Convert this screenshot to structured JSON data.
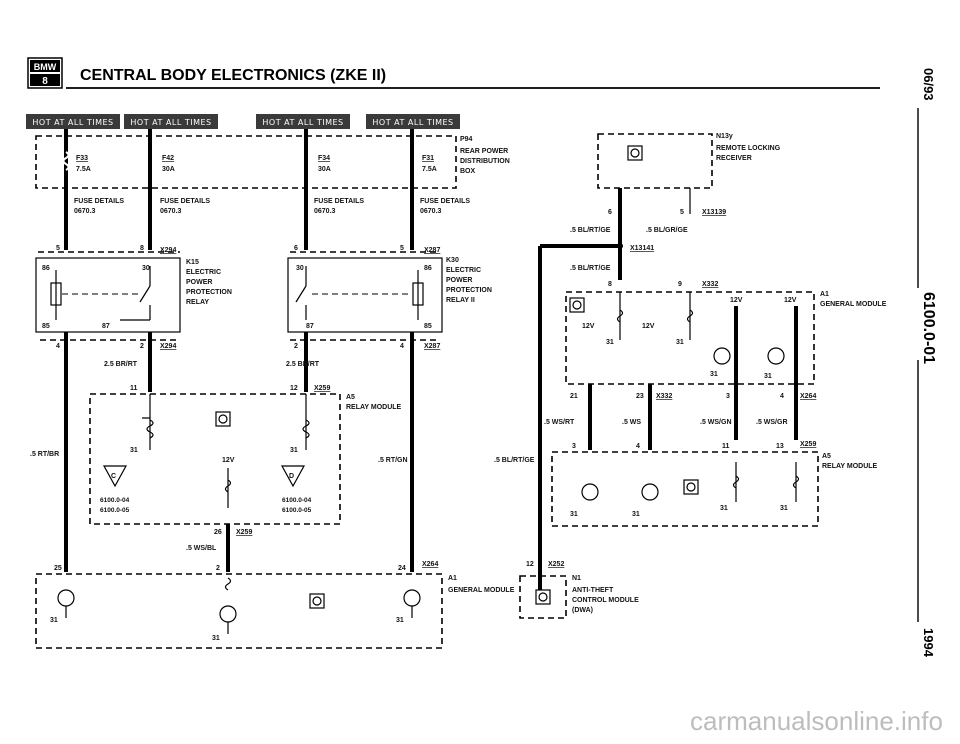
{
  "header": {
    "logo_top": "BMW",
    "logo_bottom": "8",
    "title": "CENTRAL BODY ELECTRONICS (ZKE II)"
  },
  "side": {
    "date": "06/93",
    "code": "6100.0-01",
    "year": "1994"
  },
  "hot_labels": [
    "HOT AT ALL TIMES",
    "HOT AT ALL TIMES",
    "HOT AT ALL TIMES",
    "HOT AT ALL TIMES"
  ],
  "fuse_box": {
    "id": "P94",
    "name": [
      "REAR POWER",
      "DISTRIBUTION",
      "BOX"
    ],
    "fuses": [
      {
        "name": "F33",
        "rating": "7.5A"
      },
      {
        "name": "F42",
        "rating": "30A"
      },
      {
        "name": "F34",
        "rating": "30A"
      },
      {
        "name": "F31",
        "rating": "7.5A"
      }
    ],
    "fuse_details": [
      {
        "label": "FUSE DETAILS",
        "ref": "0670.3"
      },
      {
        "label": "FUSE DETAILS",
        "ref": "0670.3"
      },
      {
        "label": "FUSE DETAILS",
        "ref": "0670.3"
      },
      {
        "label": "FUSE DETAILS",
        "ref": "0670.3"
      }
    ]
  },
  "relay_k15": {
    "id": "K15",
    "name": [
      "ELECTRIC",
      "POWER",
      "PROTECTION",
      "RELAY"
    ],
    "pins": [
      "86",
      "30",
      "85",
      "87"
    ],
    "conn_top": "X294",
    "pin_top_a": "5",
    "pin_top_b": "8",
    "conn_bottom": "X294",
    "pin_bot_a": "4",
    "pin_bot_b": "2"
  },
  "relay_k30": {
    "id": "K30",
    "name": [
      "ELECTRIC",
      "POWER",
      "PROTECTION",
      "RELAY II"
    ],
    "pins": [
      "30",
      "86",
      "87",
      "85"
    ],
    "conn_top": "X287",
    "pin_top_a": "6",
    "pin_top_b": "5",
    "conn_bottom": "X287",
    "pin_bot_a": "2",
    "pin_bot_b": "4"
  },
  "relay_module_left": {
    "id": "A5",
    "name": "RELAY MODULE",
    "conn": "X259",
    "pin_left": "11",
    "pin_right": "12",
    "pin_bottom": "26",
    "refs_left": [
      "6100.0-04",
      "6100.0-05"
    ],
    "refs_right": [
      "6100.0-04",
      "6100.0-05"
    ],
    "ground_left": "31",
    "ground_right": "31",
    "v12": "12V",
    "sym_left": "C",
    "sym_right": "D"
  },
  "wires_left": {
    "k15_out": "2.5 BR/RT",
    "k30_out": "2.5 BR/RT",
    "left_trunk": ".5 RT/BR",
    "right_trunk": ".5 RT/GN",
    "bottom": ".5 WS/BL"
  },
  "general_module_bottom": {
    "id": "A1",
    "name": "GENERAL MODULE",
    "conn": "X264",
    "pin_left": "25",
    "pin_mid": "2",
    "pin_right": "24",
    "grounds": [
      "31",
      "31",
      "31"
    ]
  },
  "remote_receiver": {
    "id": "N13y",
    "name": [
      "REMOTE LOCKING",
      "RECEIVER"
    ],
    "conn": "X13139",
    "pin_a": "6",
    "pin_b": "5",
    "wire_a": ".5 BL/RT/GE",
    "wire_b": ".5 BL/GR/GE",
    "splice": "X13141",
    "wire_c": ".5 BL/RT/GE"
  },
  "general_module_right": {
    "id": "A1",
    "name": "GENERAL MODULE",
    "conn": "X332",
    "pin_a": "8",
    "pin_b": "9",
    "v12": [
      "12V",
      "12V",
      "12V",
      "12V"
    ],
    "grounds": [
      "31",
      "31",
      "31",
      "31"
    ],
    "pins_out": [
      "21",
      "23",
      "3",
      "4"
    ],
    "conn_out_a": "X332",
    "conn_out_b": "X264"
  },
  "wires_right": {
    "w1": ".5 WS/RT",
    "w2": ".5 WS",
    "w3": ".5 WS/GN",
    "w4": ".5 WS/GR",
    "bl": ".5 BL/RT/GE"
  },
  "relay_module_right": {
    "id": "A5",
    "name": "RELAY MODULE",
    "conn": "X259",
    "pins": [
      "3",
      "4",
      "11",
      "13"
    ],
    "grounds": [
      "31",
      "31",
      "31",
      "31"
    ]
  },
  "anti_theft": {
    "id": "N1",
    "name": [
      "ANTI-THEFT",
      "CONTROL MODULE",
      "(DWA)"
    ],
    "conn": "X252",
    "pin": "12"
  },
  "watermark": "carmanualsonline.info"
}
